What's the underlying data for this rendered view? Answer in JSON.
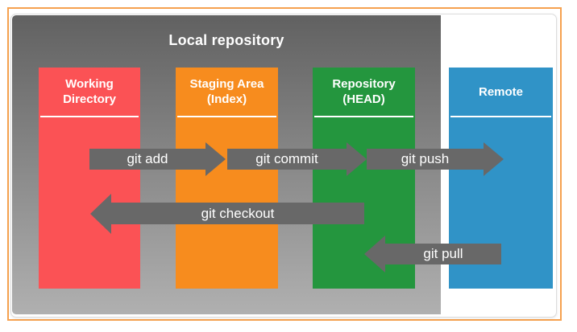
{
  "diagram": {
    "container_title": "Local repository",
    "columns": [
      {
        "id": "working-directory",
        "label": "Working Directory",
        "color": "#FB5255"
      },
      {
        "id": "staging-area",
        "label": "Staging Area (Index)",
        "color": "#F78C1E"
      },
      {
        "id": "repository",
        "label": "Repository (HEAD)",
        "color": "#24963E"
      },
      {
        "id": "remote",
        "label": "Remote",
        "color": "#3093C7"
      }
    ],
    "arrows": [
      {
        "label": "git add",
        "direction": "right",
        "from": "working-directory",
        "to": "staging-area"
      },
      {
        "label": "git commit",
        "direction": "right",
        "from": "staging-area",
        "to": "repository"
      },
      {
        "label": "git push",
        "direction": "right",
        "from": "repository",
        "to": "remote"
      },
      {
        "label": "git checkout",
        "direction": "left",
        "from": "repository",
        "to": "working-directory"
      },
      {
        "label": "git pull",
        "direction": "left",
        "from": "remote",
        "to": "repository"
      }
    ],
    "colors": {
      "frame_border": "#F6A14F",
      "arrow": "#686868",
      "container_gradient_top": "#616161",
      "container_gradient_bottom": "#B0B0B0",
      "text": "#FFFFFF"
    }
  }
}
